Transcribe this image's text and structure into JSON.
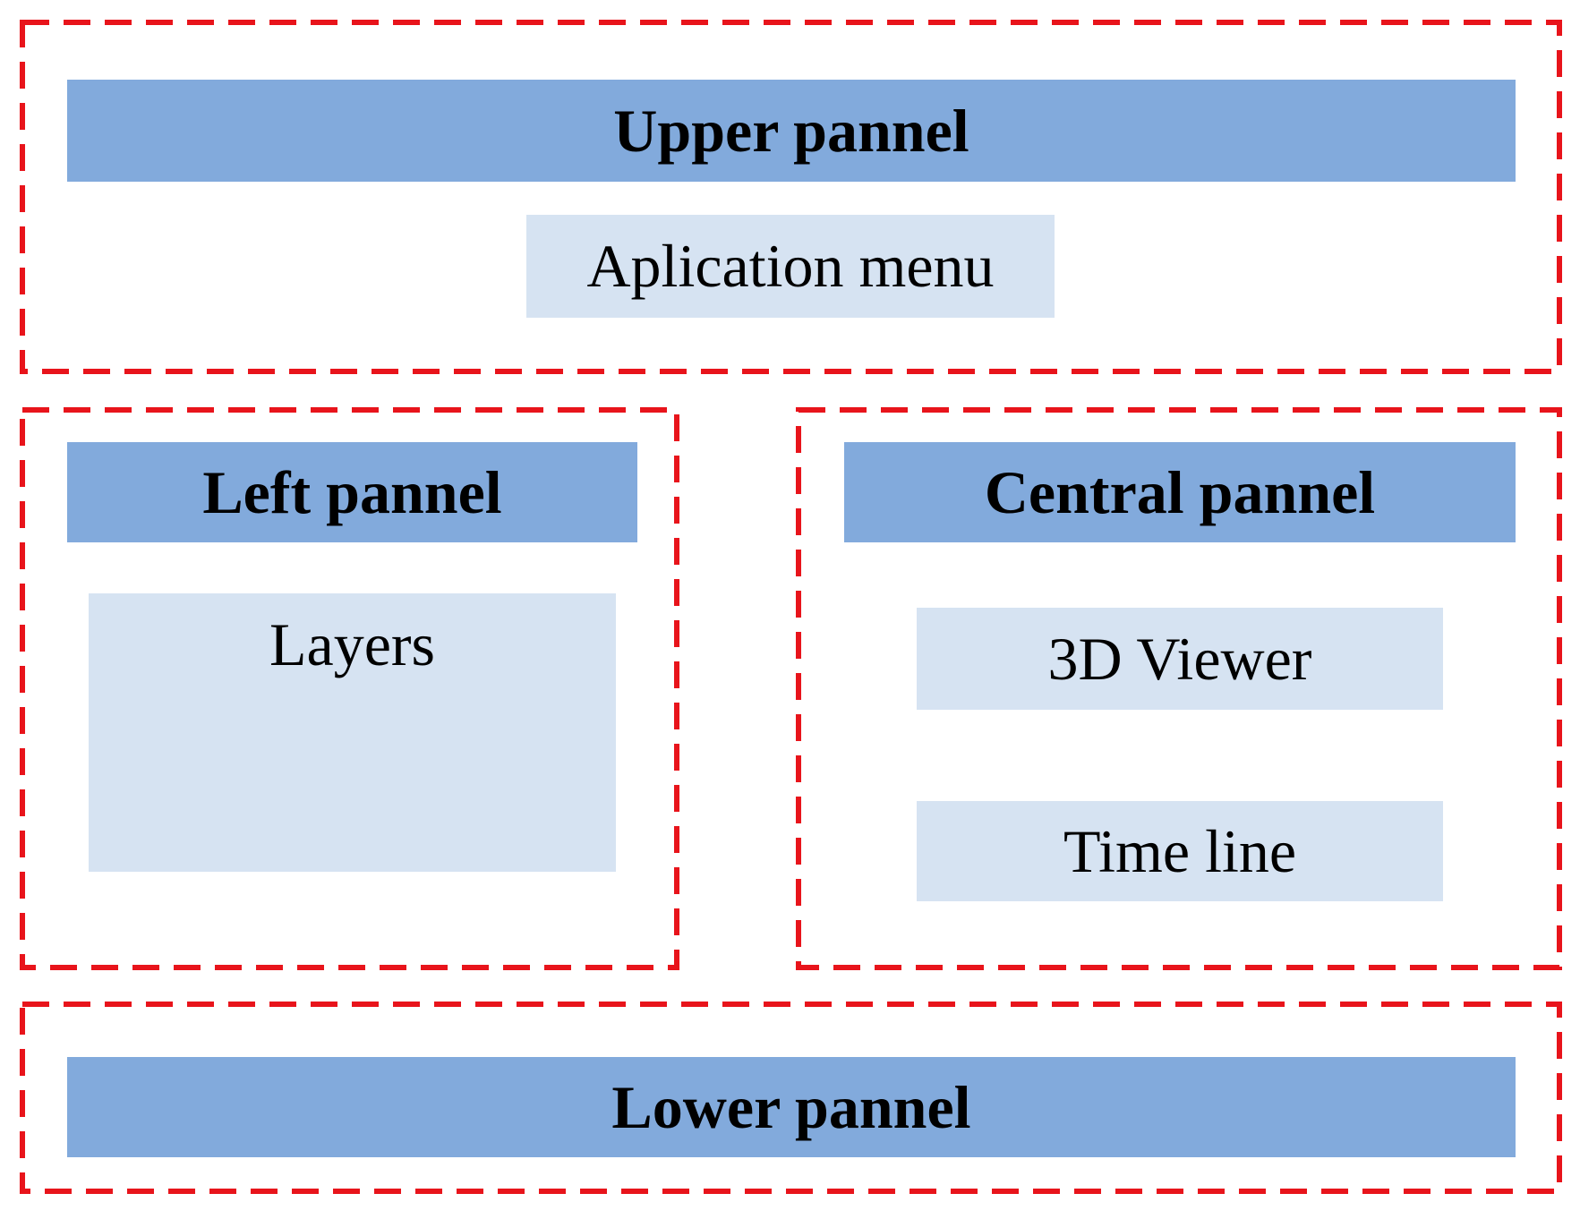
{
  "colors": {
    "region_border": "#e8141b",
    "panel_header": "#82aadc",
    "component_box": "#d6e3f2",
    "text": "#000000"
  },
  "upper_panel": {
    "title": "Upper pannel",
    "components": [
      "Aplication menu"
    ]
  },
  "left_panel": {
    "title": "Left pannel",
    "components": [
      "Layers"
    ]
  },
  "central_panel": {
    "title": "Central pannel",
    "components": [
      "3D Viewer",
      "Time line"
    ]
  },
  "lower_panel": {
    "title": "Lower pannel"
  }
}
